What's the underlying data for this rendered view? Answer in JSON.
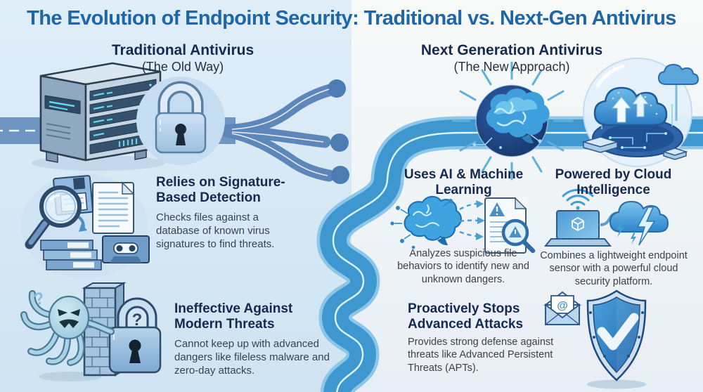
{
  "title": "The Evolution of Endpoint Security: Traditional vs. Next-Gen Antivirus",
  "left_panel": {
    "heading": "Traditional Antivirus",
    "subheading": "(The Old Way)",
    "sections": [
      {
        "title": "Relies on Signature-Based Detection",
        "body": "Checks files against a database of known virus signatures to find threats.",
        "icon": "magnifier-floppy-archive-icon"
      },
      {
        "title": "Ineffective Against Modern Threats",
        "body": "Cannot keep up with advanced dangers like fileless malware and zero-day attacks.",
        "icon": "octopus-firewall-lock-icon"
      }
    ],
    "top_icons": [
      "server-rack-icon",
      "padlock-icon"
    ],
    "octopus_question_mark": "?",
    "lock_question_mark": "?"
  },
  "right_panel": {
    "heading": "Next Generation Antivirus",
    "subheading": "(The New Approach)",
    "sections": [
      {
        "title": "Uses AI & Machine Learning",
        "body": "Analyzes suspicious file behaviors to identify new and unknown dangers.",
        "icon": "brain-scan-document-icon"
      },
      {
        "title": "Powered by Cloud Intelligence",
        "body": "Combines a lightweight endpoint sensor with a powerful cloud security platform.",
        "icon": "laptop-cloud-icon"
      },
      {
        "title": "Proactively Stops Advanced Attacks",
        "body": "Provides strong defense against threats like Advanced Persistent Threats (APTs).",
        "icon": "email-shield-icon"
      }
    ],
    "top_icons": [
      "ai-brain-burst-icon",
      "cloud-platform-sphere-icon"
    ],
    "email_at_symbol": "@"
  },
  "colors": {
    "title_blue": "#1e66a8",
    "heading_navy": "#152a4e",
    "body_text": "#3a424d",
    "left_road": "#6e96c2",
    "right_road": "#3f97d0",
    "left_background": "#d9e8f6",
    "right_background": "#f4f8f6"
  }
}
